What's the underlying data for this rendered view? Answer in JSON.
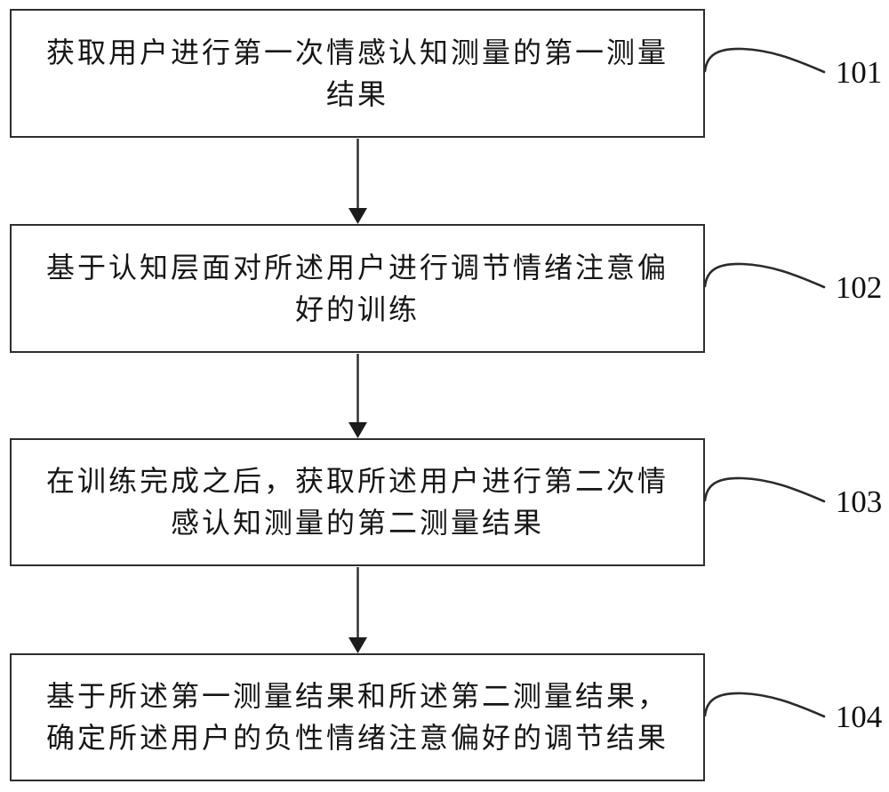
{
  "diagram": {
    "type": "flowchart",
    "background_color": "#ffffff",
    "line_color": "#2b2b2b",
    "text_color": "#161616",
    "steps": [
      {
        "text": "获取用户进行第一次情感认知测量的第一测量\n结果",
        "ref": "101"
      },
      {
        "text": "基于认知层面对所述用户进行调节情绪注意偏\n好的训练",
        "ref": "102"
      },
      {
        "text": "在训练完成之后，获取所述用户进行第二次情\n感认知测量的第二测量结果",
        "ref": "103"
      },
      {
        "text": "基于所述第一测量结果和所述第二测量结果，\n确定所述用户的负性情绪注意偏好的调节结果",
        "ref": "104"
      }
    ]
  }
}
